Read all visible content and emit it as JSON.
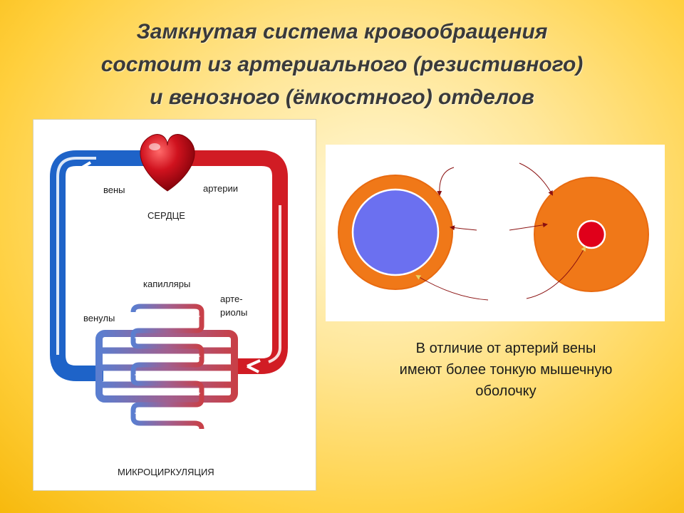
{
  "title": {
    "line1": "Замкнутая система кровообращения",
    "line2": "состоит из артериального (резистивного)",
    "line3": "и венозного (ёмкостного) отделов"
  },
  "circulation_diagram": {
    "label_veins": "вены",
    "label_arteries": "артерии",
    "label_heart": "СЕРДЦЕ",
    "label_capillaries": "капилляры",
    "label_arterioles_1": "арте-",
    "label_arterioles_2": "риолы",
    "label_venules": "венулы",
    "label_microcirculation": "МИКРОЦИРКУЛЯЦИЯ",
    "colors": {
      "vein": "#1e63c8",
      "artery": "#d11c24",
      "heart": "#c8101c"
    }
  },
  "vessel_comparison": {
    "colors": {
      "wall": "#f07818",
      "vein_lumen": "#6b70f0",
      "artery_lumen": "#e0001a"
    }
  },
  "caption": {
    "line1": "В отличие от артерий вены",
    "line2": "имеют более тонкую мышечную",
    "line3": "оболочку"
  }
}
